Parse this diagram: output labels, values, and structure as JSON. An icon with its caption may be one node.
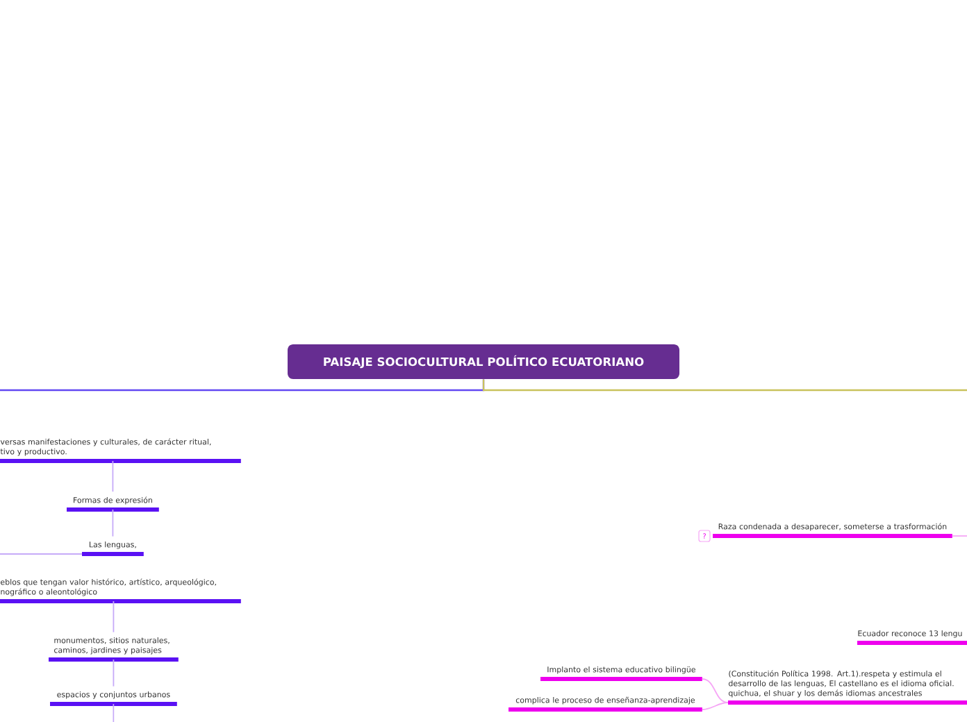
{
  "diagram": {
    "nodes": [
      {
        "text": [
          "PAISAJE SOCIOCULTURAL POLÍTICO ECUATORIANO"
        ]
      },
      {
        "text": [
          "versas manifestaciones y culturales, de carácter ritual, tivo y productivo."
        ]
      },
      {
        "text": [
          "Formas de expresión"
        ]
      },
      {
        "text": [
          "Las lenguas,"
        ]
      },
      {
        "text": [
          "eblos que tengan valor histórico, artístico, arqueológico, nográfico o aleontológico"
        ]
      },
      {
        "text": [
          "monumentos, sitios naturales, caminos, jardines y paisajes"
        ]
      },
      {
        "text": [
          "espacios y conjuntos urbanos"
        ]
      },
      {
        "text": [
          "Raza condenada a desaparecer, someterse a trasformación"
        ]
      },
      {
        "text": [
          "Ecuador reconoce 13 lengu"
        ]
      },
      {
        "text": [
          "(Constitución Política 1998. Art.1).respeta y estimula el desarrollo de las lenguas, El castellano es el idioma oficial. quichua, el shuar y los demás idiomas ancestrales"
        ]
      },
      {
        "text": [
          "Implanto el sistema educativo bilingüe"
        ]
      },
      {
        "text": [
          "complica le proceso de enseñanza-aprendizaje"
        ]
      }
    ],
    "edges": [
      {
        "from": 0,
        "to": null,
        "arrow": "none",
        "color": "#6248f2"
      },
      {
        "from": 0,
        "to": null,
        "arrow": "none",
        "color": "#c9c25c"
      },
      {
        "from": 1,
        "to": 2,
        "arrow": "none",
        "color": "#c6aaf8"
      },
      {
        "from": 2,
        "to": 3,
        "arrow": "none",
        "color": "#c6aaf8"
      },
      {
        "from": null,
        "to": 3,
        "arrow": "none",
        "color": "#c6aaf8"
      },
      {
        "from": 4,
        "to": 5,
        "arrow": "none",
        "color": "#c6aaf8"
      },
      {
        "from": 5,
        "to": 6,
        "arrow": "none",
        "color": "#c6aaf8"
      },
      {
        "from": 6,
        "to": null,
        "arrow": "none",
        "color": "#c6aaf8"
      },
      {
        "from": 7,
        "to": null,
        "arrow": "none",
        "color": "#f6a6f6"
      },
      {
        "from": 9,
        "to": 10,
        "arrow": "none",
        "color": "#f6a6f6"
      },
      {
        "from": 9,
        "to": 11,
        "arrow": "none",
        "color": "#f6a6f6"
      }
    ],
    "labels": [
      "?"
    ]
  }
}
